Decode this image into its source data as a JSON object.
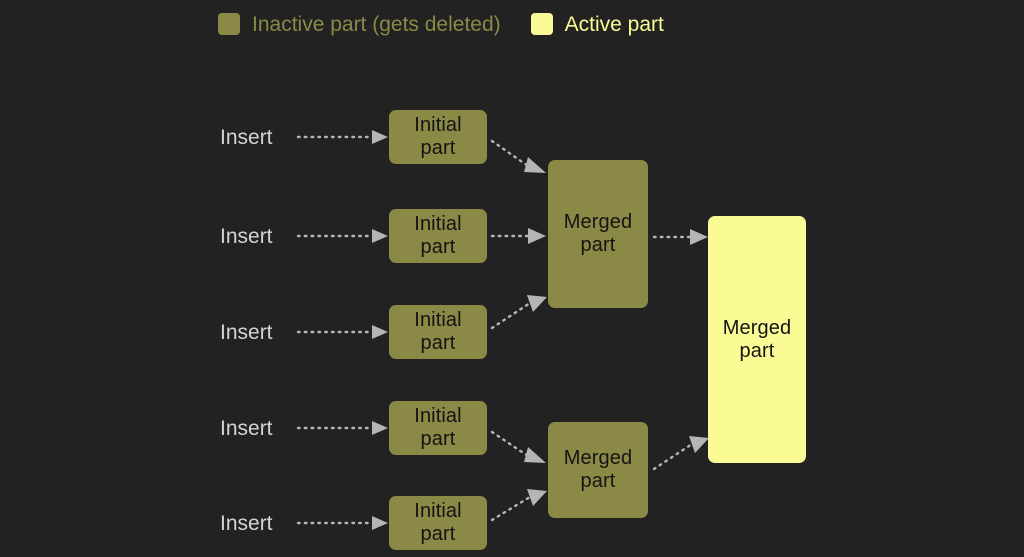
{
  "colors": {
    "background": "#222222",
    "inactive_fill": "#8a8a46",
    "active_fill": "#fbfb96",
    "node_text": "#141414",
    "label_text": "#d4d4d4",
    "arrow": "#b5b5b5"
  },
  "legend": {
    "items": [
      {
        "label": "Inactive part (gets deleted)",
        "swatch": "#8a8a46",
        "state": "inactive"
      },
      {
        "label": "Active part",
        "swatch": "#fbfb96",
        "state": "active"
      }
    ]
  },
  "diagram": {
    "insert_labels": [
      {
        "text": "Insert"
      },
      {
        "text": "Insert"
      },
      {
        "text": "Insert"
      },
      {
        "text": "Insert"
      },
      {
        "text": "Insert"
      }
    ],
    "initial_parts": [
      {
        "line1": "Initial",
        "line2": "part"
      },
      {
        "line1": "Initial",
        "line2": "part"
      },
      {
        "line1": "Initial",
        "line2": "part"
      },
      {
        "line1": "Initial",
        "line2": "part"
      },
      {
        "line1": "Initial",
        "line2": "part"
      }
    ],
    "merged_parts": [
      {
        "line1": "Merged",
        "line2": "part",
        "state": "inactive"
      },
      {
        "line1": "Merged",
        "line2": "part",
        "state": "inactive"
      }
    ],
    "final_part": {
      "line1": "Merged",
      "line2": "part",
      "state": "active"
    }
  }
}
